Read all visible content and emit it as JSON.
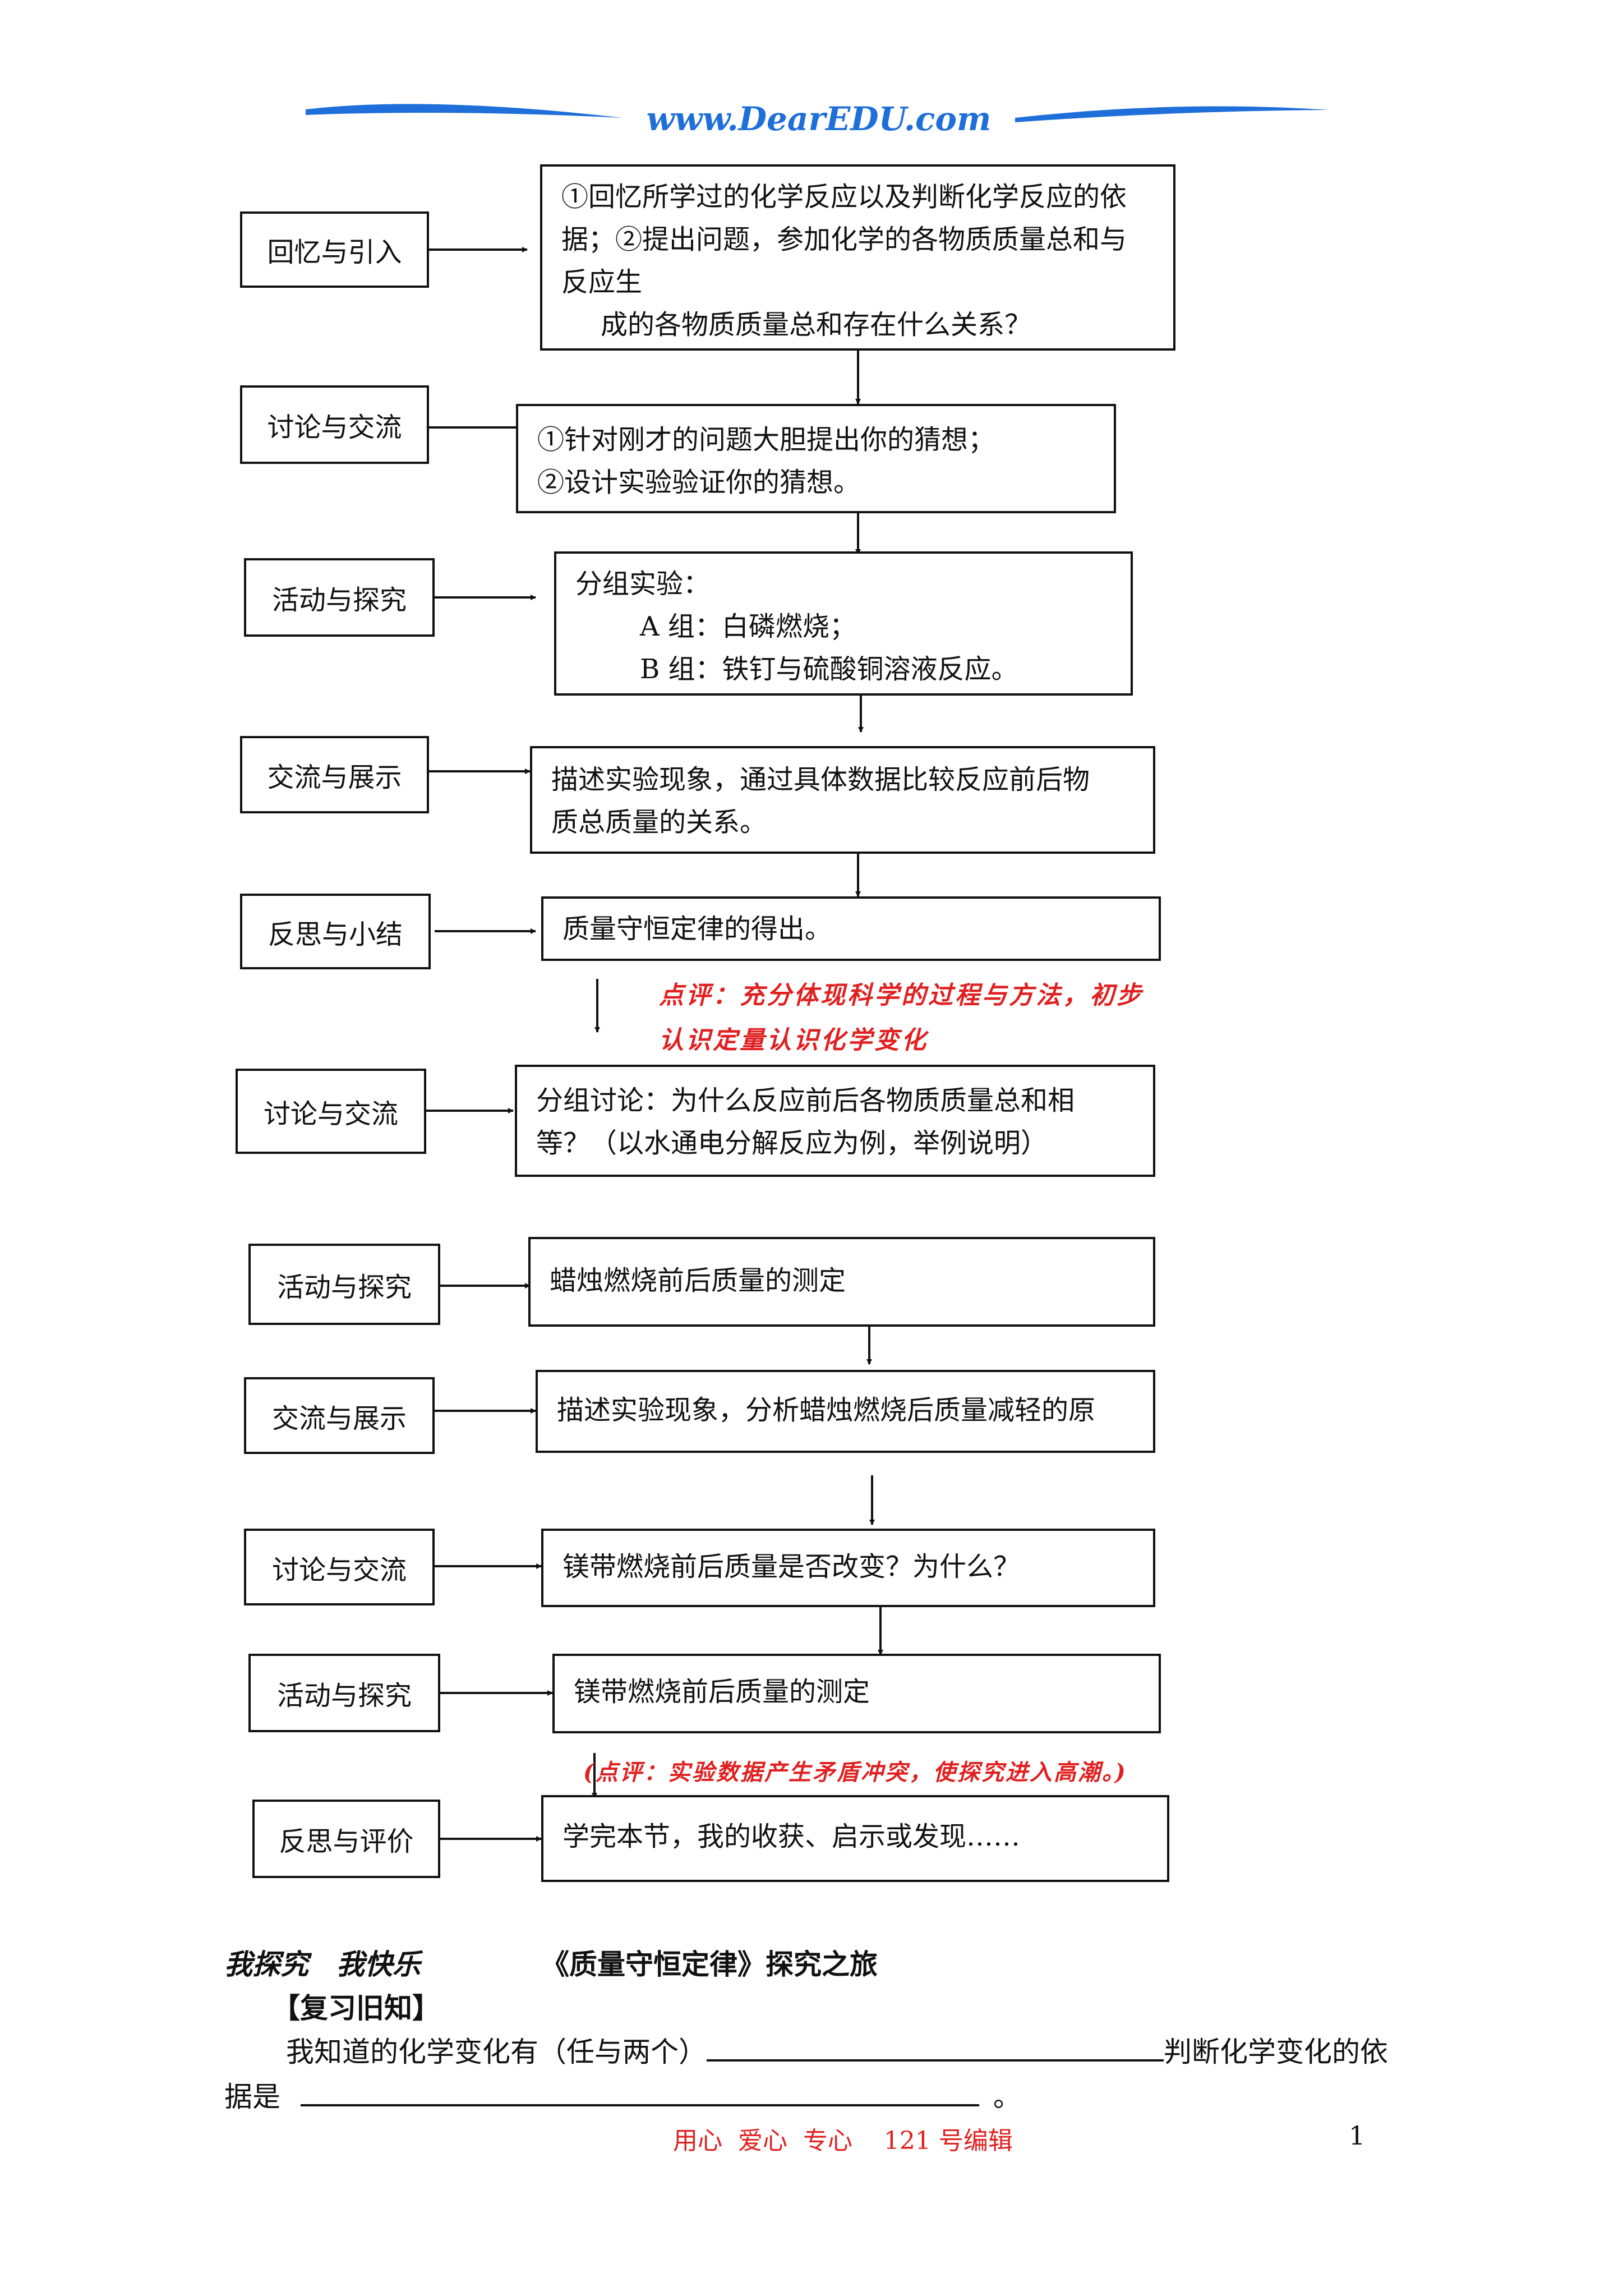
{
  "header": {
    "logo_text": "www.DearEDU.com",
    "logo_color": "#1e6fd9"
  },
  "flow": {
    "s1": {
      "label": "回忆与引入",
      "lines": [
        "①回忆所学过的化学反应以及判断化学反应的依",
        "据；②提出问题，参加化学的各物质质量总和与",
        "反应生",
        "成的各物质质量总和存在什么关系？"
      ]
    },
    "s2": {
      "label": "讨论与交流",
      "lines": [
        "①针对刚才的问题大胆提出你的猜想；",
        "②设计实验验证你的猜想。"
      ]
    },
    "s3": {
      "label": "活动与探究",
      "lines": [
        "分组实验：",
        "A 组：白磷燃烧；",
        "B 组：铁钉与硫酸铜溶液反应。"
      ]
    },
    "s4": {
      "label": "交流与展示",
      "lines": [
        "描述实验现象，通过具体数据比较反应前后物",
        "质总质量的关系。"
      ]
    },
    "s5": {
      "label": "反思与小结",
      "lines": [
        "质量守恒定律的得出。"
      ]
    },
    "note1": [
      "点评：充分体现科学的过程与方法，初步",
      "认识定量认识化学变化"
    ],
    "s6": {
      "label": "讨论与交流",
      "lines": [
        "分组讨论：为什么反应前后各物质质量总和相",
        "等？（以水通电分解反应为例，举例说明）"
      ]
    },
    "s7": {
      "label": "活动与探究",
      "lines": [
        "蜡烛燃烧前后质量的测定"
      ]
    },
    "s8": {
      "label": "交流与展示",
      "lines": [
        "描述实验现象，分析蜡烛燃烧后质量减轻的原"
      ]
    },
    "s9": {
      "label": "讨论与交流",
      "lines": [
        "镁带燃烧前后质量是否改变？为什么？"
      ]
    },
    "s10": {
      "label": "活动与探究",
      "lines": [
        "镁带燃烧前后质量的测定"
      ]
    },
    "note2": "(点评：实验数据产生矛盾冲突，使探究进入高潮。)",
    "s11": {
      "label": "反思与评价",
      "lines": [
        "学完本节，我的收获、启示或发现……"
      ]
    }
  },
  "section": {
    "heading_left": "我探究　我快乐",
    "heading_title": "《质量守恒定律》探究之旅",
    "review_title": "【复习旧知】",
    "q1_start": "我知道的化学变化有（任与两个）",
    "q1_end": "判断化学变化的依",
    "q2_start": "据是",
    "q2_end": "。"
  },
  "footer": {
    "slogan": "用心  爱心  专心    121 号编辑",
    "page_number": "1",
    "slogan_color": "#e02020"
  },
  "colors": {
    "note": "#e02020",
    "header_wave": "#1e6fd9"
  }
}
